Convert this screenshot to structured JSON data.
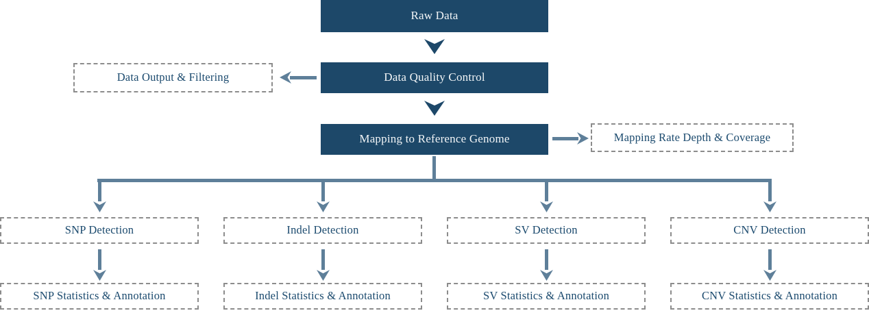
{
  "diagram": {
    "type": "flowchart",
    "nodes": {
      "raw_data": {
        "label": "Raw Data",
        "style": "solid"
      },
      "data_quality_control": {
        "label": "Data Quality Control",
        "style": "solid"
      },
      "data_output_filtering": {
        "label": "Data Output & Filtering",
        "style": "dashed"
      },
      "mapping_reference": {
        "label": "Mapping to Reference Genome",
        "style": "solid"
      },
      "mapping_rate": {
        "label": "Mapping Rate Depth & Coverage",
        "style": "dashed"
      },
      "snp_detection": {
        "label": "SNP Detection",
        "style": "dashed"
      },
      "indel_detection": {
        "label": "Indel Detection",
        "style": "dashed"
      },
      "sv_detection": {
        "label": "SV Detection",
        "style": "dashed"
      },
      "cnv_detection": {
        "label": "CNV Detection",
        "style": "dashed"
      },
      "snp_stats": {
        "label": "SNP Statistics & Annotation",
        "style": "dashed"
      },
      "indel_stats": {
        "label": "Indel Statistics & Annotation",
        "style": "dashed"
      },
      "sv_stats": {
        "label": "SV Statistics & Annotation",
        "style": "dashed"
      },
      "cnv_stats": {
        "label": "CNV Statistics & Annotation",
        "style": "dashed"
      }
    },
    "edges": [
      "Raw Data -> Data Quality Control",
      "Data Quality Control -> Data Output & Filtering",
      "Data Quality Control -> Mapping to Reference Genome",
      "Mapping to Reference Genome -> Mapping Rate Depth & Coverage",
      "Mapping to Reference Genome -> SNP Detection",
      "Mapping to Reference Genome -> Indel Detection",
      "Mapping to Reference Genome -> SV Detection",
      "Mapping to Reference Genome -> CNV Detection",
      "SNP Detection -> SNP Statistics & Annotation",
      "Indel Detection -> Indel Statistics & Annotation",
      "SV Detection -> SV Statistics & Annotation",
      "CNV Detection -> CNV Statistics & Annotation"
    ],
    "colors": {
      "solid_node_bg": "#1d4869",
      "solid_node_text": "#f2f5f7",
      "dashed_node_text": "#1b4a6e",
      "dashed_border": "#8c8c8c",
      "connector": "#5e7f99",
      "flow_arrow": "#1d4869",
      "canvas_bg": "#ffffff"
    }
  }
}
